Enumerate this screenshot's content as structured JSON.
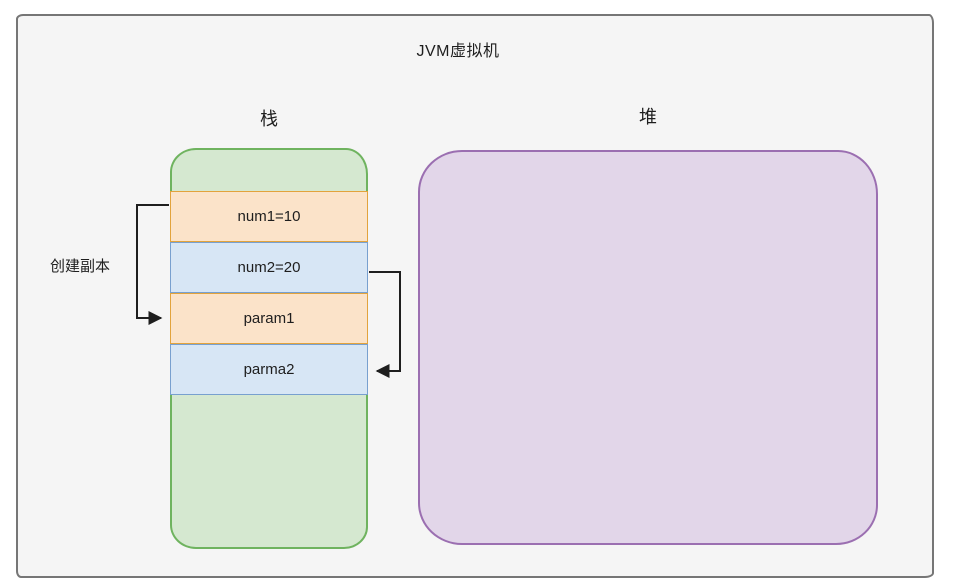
{
  "diagram": {
    "title": "JVM虚拟机",
    "stack": {
      "label": "栈",
      "rows": [
        {
          "label": "num1=10",
          "type": "orange"
        },
        {
          "label": "num2=20",
          "type": "blue"
        },
        {
          "label": "param1",
          "type": "orange"
        },
        {
          "label": "parma2",
          "type": "blue"
        }
      ]
    },
    "heap": {
      "label": "堆"
    },
    "annotation": {
      "label": "创建副本"
    },
    "arrows": [
      {
        "from": "num1=10",
        "to": "param1",
        "meaning": "创建副本"
      },
      {
        "from": "num2=20",
        "to": "parma2",
        "meaning": "创建副本"
      }
    ],
    "colors": {
      "canvas_bg": "#f5f5f5",
      "frame_border": "#767676",
      "stack_fill": "#d5e8d0",
      "stack_border": "#6fb35f",
      "heap_fill": "#e2d6e9",
      "heap_border": "#9b6fb1",
      "orange_fill": "#fbe3c9",
      "orange_border": "#e2a33c",
      "blue_fill": "#d7e6f5",
      "blue_border": "#78a0cf",
      "arrow": "#1e1e1e",
      "text": "#1e1e1e"
    }
  }
}
